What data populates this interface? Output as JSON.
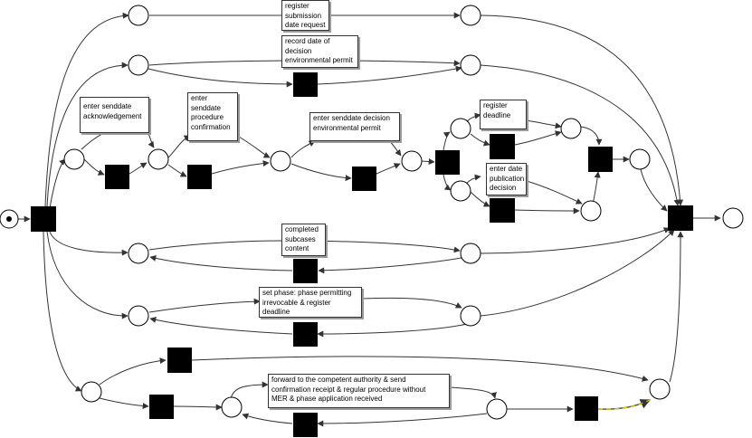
{
  "labels": {
    "register_submission": [
      "register",
      "submission",
      "date request"
    ],
    "record_decision": [
      "record date of",
      "decision",
      "environmental permit"
    ],
    "enter_ack": [
      "enter senddate",
      "acknowledgement"
    ],
    "enter_proc_conf": [
      "enter",
      "senddate",
      "procedure",
      "confirmation"
    ],
    "enter_decision_env": [
      "enter senddate decision",
      "environmental permit"
    ],
    "register_deadline": [
      "register",
      "deadline"
    ],
    "enter_publication": [
      "enter date",
      "publication",
      "decision"
    ],
    "completed_subcases": [
      "completed",
      "subcases",
      "content"
    ],
    "set_phase": [
      "set phase: phase permitting",
      "irrevocable & register",
      "deadline"
    ],
    "forward_authority": [
      "forward to the competent authority & send",
      "confirmation receipt & regular procedure without",
      "MER & phase application received"
    ]
  },
  "colors": {
    "transition": "#000000",
    "place_fill": "#ffffff",
    "highlight_arc": "#d9c200"
  }
}
